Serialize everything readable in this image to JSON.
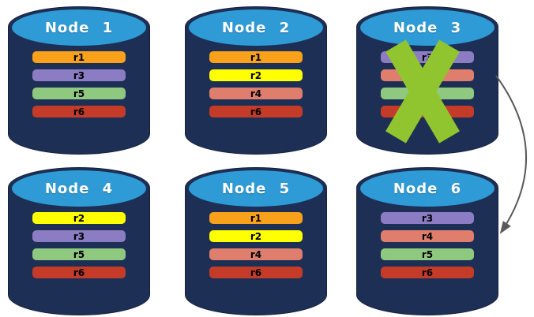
{
  "diagram": {
    "description_labels": [],
    "nodes": [
      {
        "label": "Node 1",
        "replicas": [
          "r1",
          "r3",
          "r5",
          "r6"
        ],
        "failed": false
      },
      {
        "label": "Node 2",
        "replicas": [
          "r1",
          "r2",
          "r4",
          "r6"
        ],
        "failed": false
      },
      {
        "label": "Node 3",
        "replicas": [
          "r3",
          "r4",
          "r5",
          "r6"
        ],
        "failed": true
      },
      {
        "label": "Node 4",
        "replicas": [
          "r2",
          "r3",
          "r5",
          "r6"
        ],
        "failed": false
      },
      {
        "label": "Node 5",
        "replicas": [
          "r1",
          "r2",
          "r4",
          "r6"
        ],
        "failed": false
      },
      {
        "label": "Node 6",
        "replicas": [
          "r3",
          "r4",
          "r5",
          "r6"
        ],
        "failed": false
      }
    ],
    "replica_colors": {
      "r1": "#F9A11B",
      "r2": "#FFFF00",
      "r3": "#8C7CC4",
      "r4": "#DF7E6D",
      "r5": "#8FC97F",
      "r6": "#C43C28"
    },
    "colors": {
      "cylinder_body": "#1E2F55",
      "cylinder_cap": "#2E9BD6",
      "title_text": "#FFFFFF",
      "bar_text": "#000000",
      "failure_x": "#91C52F",
      "arrow": "#595959"
    },
    "failure": {
      "node": "Node 3",
      "mark": "X"
    },
    "arrow": {
      "from": "Node 3",
      "to": "Node 6"
    }
  }
}
